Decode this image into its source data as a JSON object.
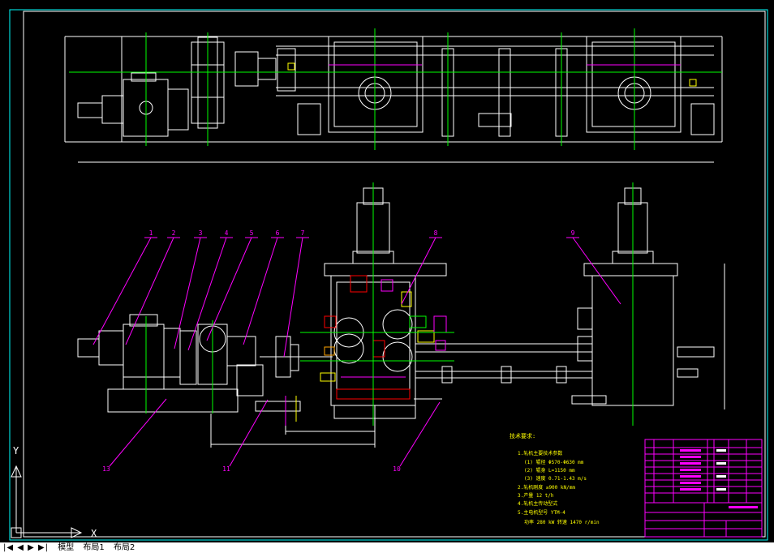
{
  "drawing": {
    "balloons": [
      "1",
      "2",
      "3",
      "4",
      "5",
      "6",
      "7",
      "8",
      "9"
    ],
    "lower_balloons": [
      "13",
      "11",
      "10"
    ],
    "tech_requirements": {
      "title": "技术要求:",
      "lines": [
        "1.轧机主要技术参数",
        "(1) 辊径  Φ570-Φ630 mm",
        "(2) 辊身  L=1150 mm",
        "(3) 速度  0.71-1.43 m/s",
        "2.轧机刚度  ≥900 kN/mm",
        "3.产量  12 t/h",
        "4.轧机主传动型式",
        "5.主电机型号  YTM-4",
        "功率  280 kW   转速  1470 r/min"
      ]
    },
    "axis_labels": {
      "y": "Y",
      "x": "X"
    }
  },
  "statusbar": {
    "nav": "|◀ ◀ ▶ ▶|",
    "tabs": [
      "模型",
      "布局1",
      "布局2"
    ]
  },
  "colors": {
    "background": "#000000",
    "frame": "#00ffff",
    "white": "#ffffff",
    "green": "#00ff00",
    "magenta": "#ff00ff",
    "red": "#ff0000",
    "yellow": "#ffff00",
    "orange": "#ffa500"
  }
}
